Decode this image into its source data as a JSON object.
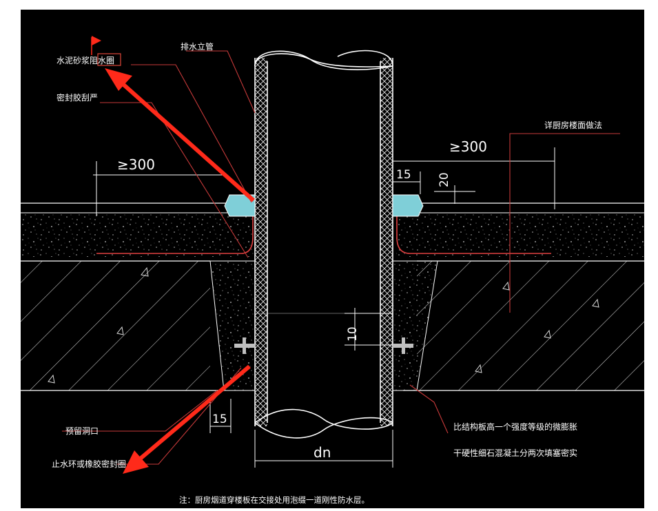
{
  "labels": {
    "cement_ring": "水泥砂浆阻水圈",
    "sealant": "密封胶刮严",
    "drain_pipe": "排水立管",
    "kitchen_floor": "详厨房楼面做法",
    "reserved_hole": "预留洞口",
    "water_stop_ring": "止水环或橡胶密封圈",
    "expansion_concrete": "比结构板高一个强度等级的微膨胀",
    "fill_concrete": "干硬性细石混凝土分两次填塞密实",
    "note": "注：厨房烟道穿楼板在交接处用泡缀一道刚性防水层。"
  },
  "dimensions": {
    "left_width": "≥300",
    "right_width": "≥300",
    "ring_width": "15",
    "ring_height": "20",
    "stop_ring_offset": "10",
    "hole_gap": "15",
    "pipe_diameter": "dn"
  },
  "colors": {
    "background": "#000000",
    "line": "#ffffff",
    "leader": "#c83a3a",
    "arrow": "#ff2a1a",
    "ring_fill": "#7fcfd8",
    "membrane": "#e04040"
  }
}
